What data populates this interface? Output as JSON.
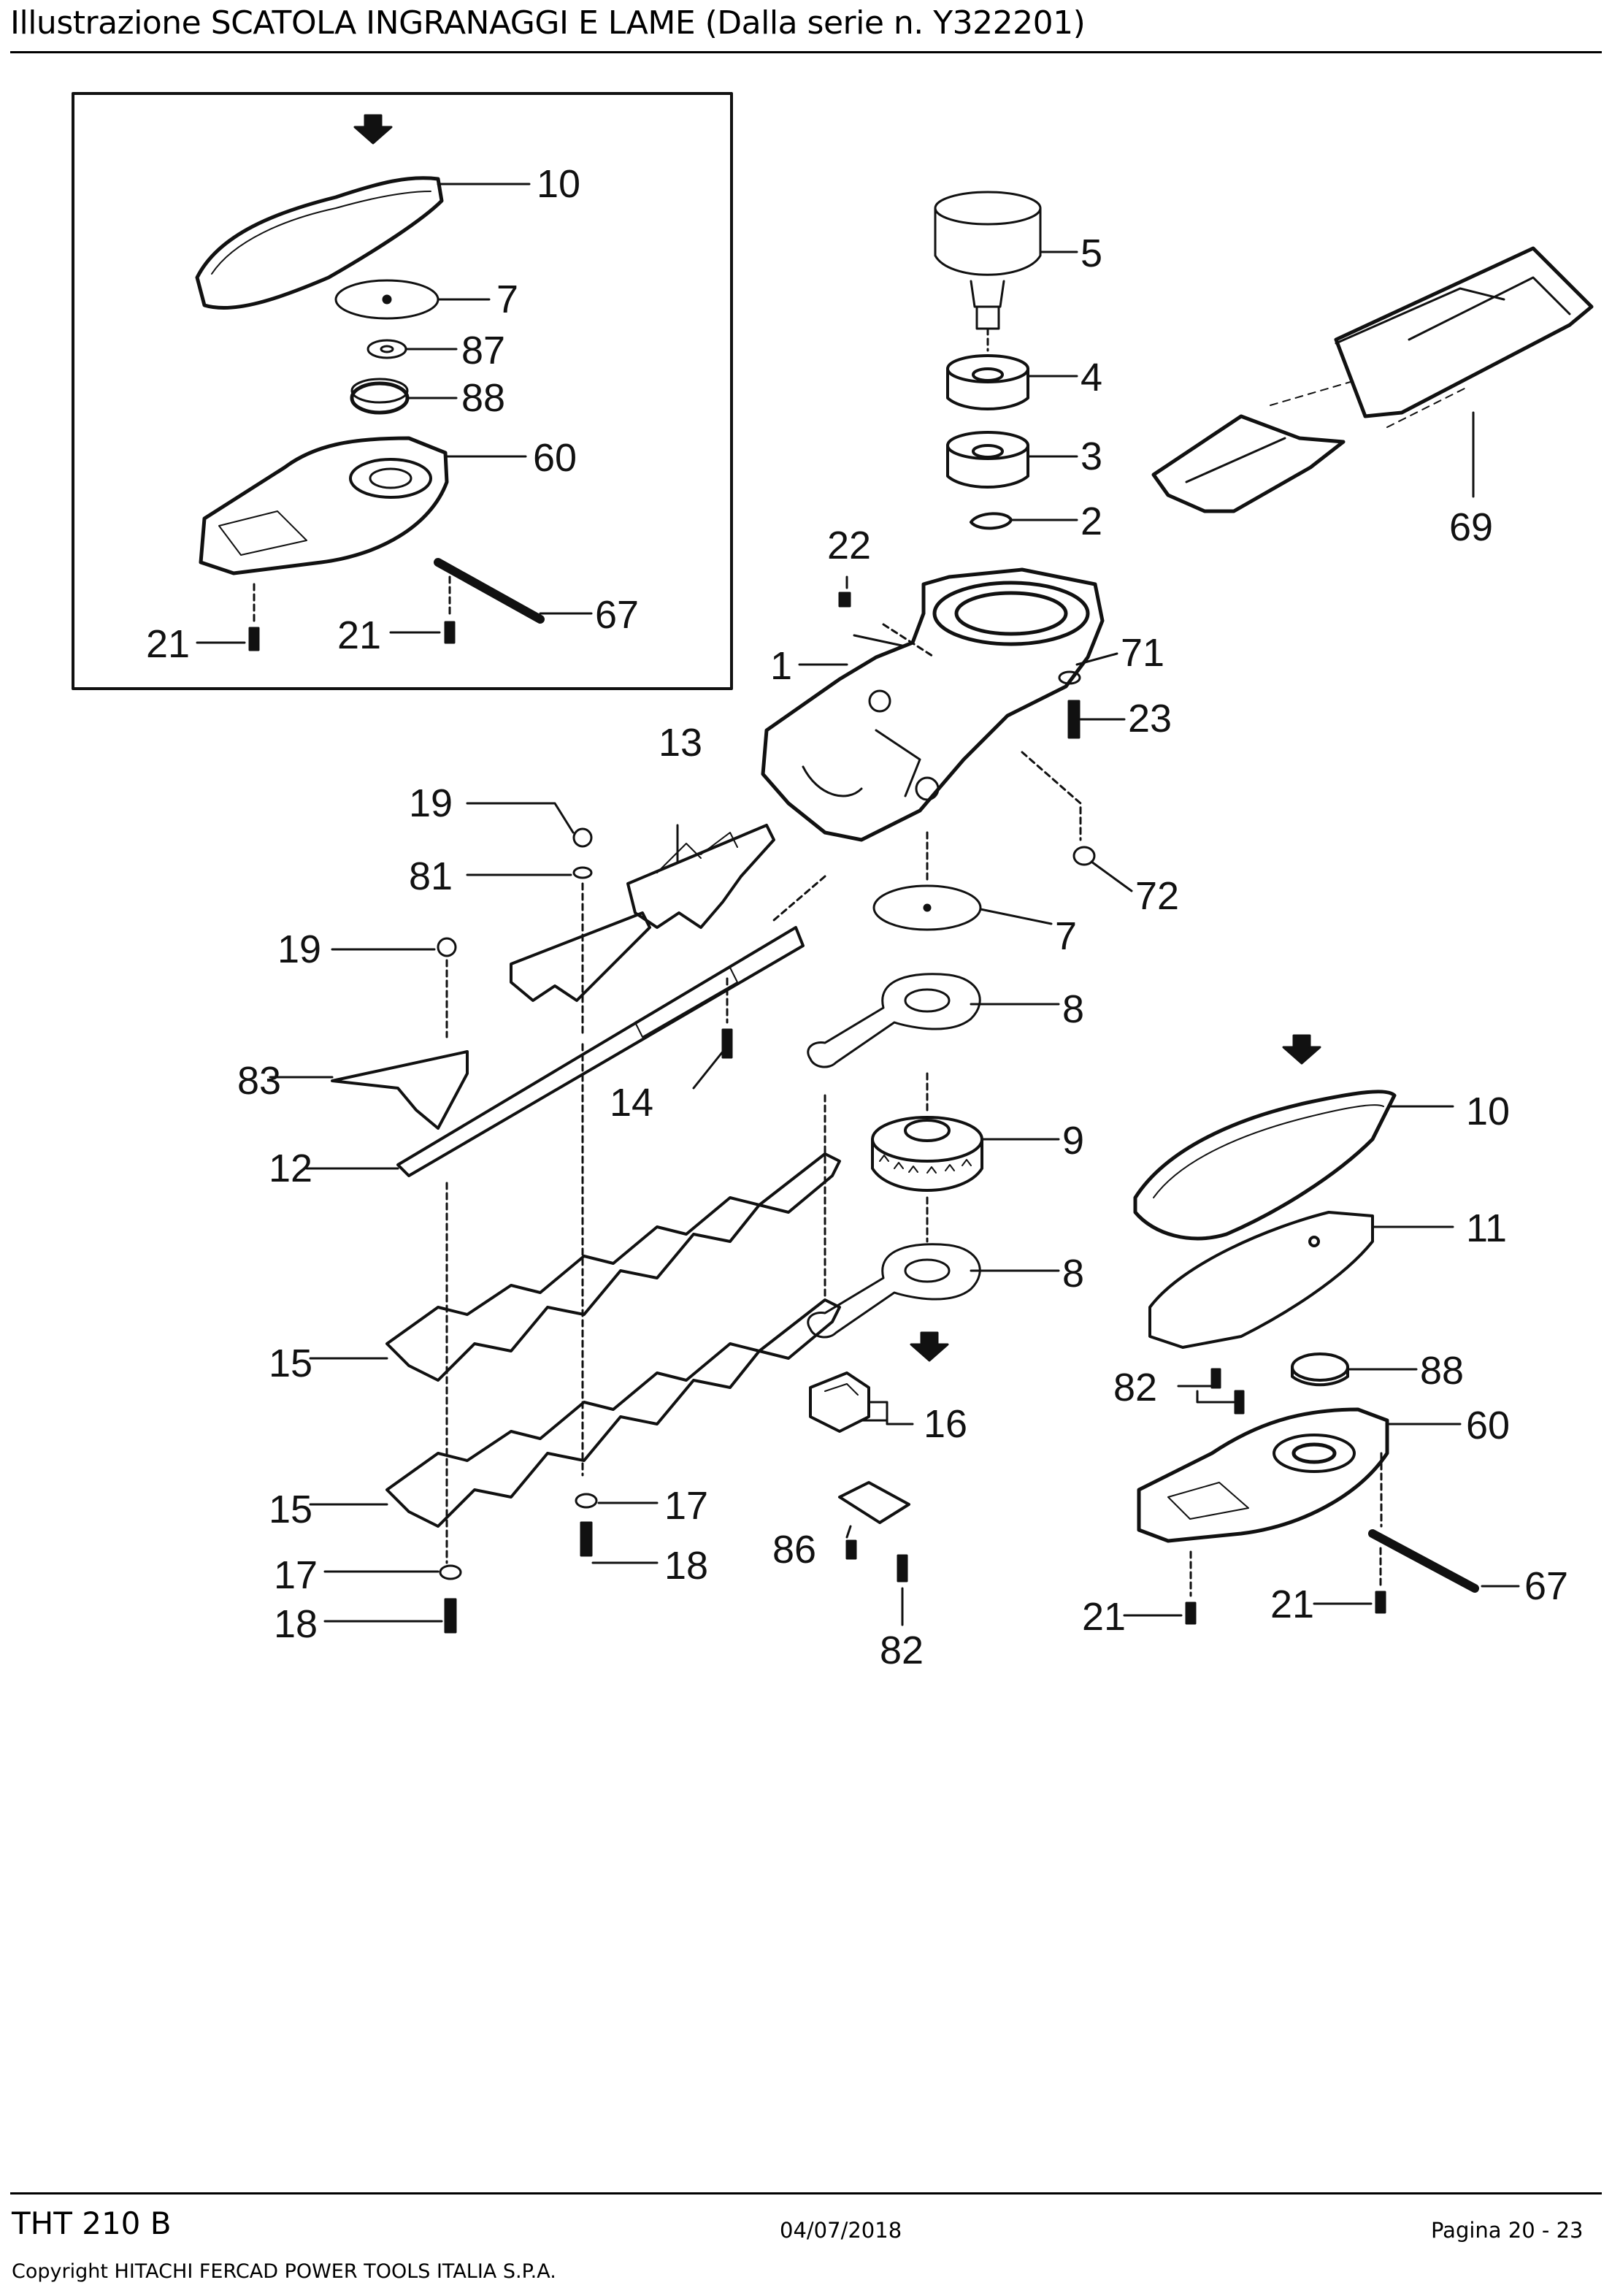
{
  "header": {
    "title": "Illustrazione  SCATOLA INGRANAGGI E LAME (Dalla serie n. Y322201)"
  },
  "diagram": {
    "labels": {
      "inset_top_10": "10",
      "inset_top_7": "7",
      "inset_top_87": "87",
      "inset_top_88": "88",
      "inset_top_60": "60",
      "inset_top_67": "67",
      "inset_top_21a": "21",
      "inset_top_21b": "21",
      "part_5": "5",
      "part_4": "4",
      "part_3": "3",
      "part_2": "2",
      "part_69": "69",
      "part_22": "22",
      "part_1": "1",
      "part_71": "71",
      "part_23": "23",
      "part_72": "72",
      "part_13": "13",
      "part_19a": "19",
      "part_81": "81",
      "part_19b": "19",
      "part_7": "7",
      "part_8a": "8",
      "part_83": "83",
      "part_14": "14",
      "part_9": "9",
      "part_12": "12",
      "part_8b": "8",
      "part_15a": "15",
      "part_16": "16",
      "part_15b": "15",
      "part_17a": "17",
      "part_18a": "18",
      "part_86": "86",
      "part_17b": "17",
      "part_18b": "18",
      "part_82a": "82",
      "inset_bot_10": "10",
      "inset_bot_11": "11",
      "inset_bot_82": "82",
      "inset_bot_88": "88",
      "inset_bot_60": "60",
      "inset_bot_67": "67",
      "inset_bot_21a": "21",
      "inset_bot_21b": "21"
    }
  },
  "footer": {
    "model": "THT 210 B",
    "date": "04/07/2018",
    "page": "Pagina 20 - 23",
    "copyright": "Copyright HITACHI FERCAD POWER TOOLS ITALIA S.P.A."
  }
}
